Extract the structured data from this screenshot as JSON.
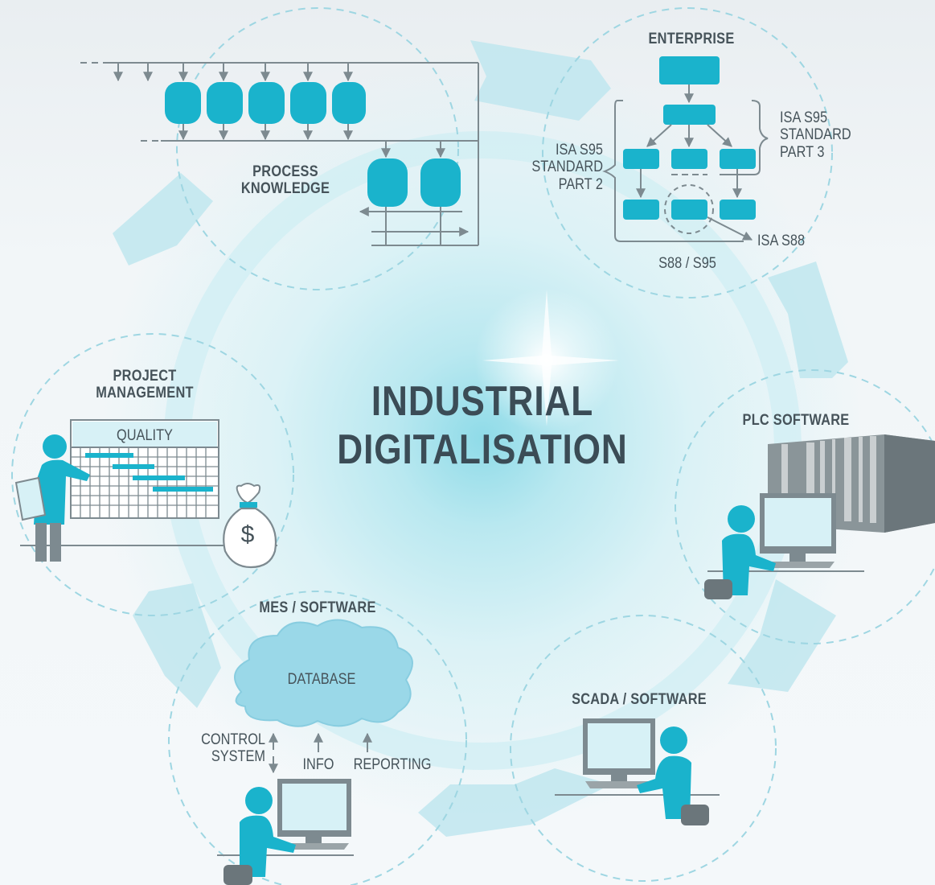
{
  "title": {
    "line1": "INDUSTRIAL",
    "line2": "DIGITALISATION"
  },
  "process": {
    "title_line1": "PROCESS",
    "title_line2": "KNOWLEDGE"
  },
  "enterprise": {
    "title": "ENTERPRISE",
    "part3": [
      "ISA S95",
      "STANDARD",
      "PART 3"
    ],
    "part2": [
      "ISA S95",
      "STANDARD",
      "PART 2"
    ],
    "isa_s88": "ISA S88",
    "s88_s95": "S88 / S95"
  },
  "plc": {
    "title": "PLC SOFTWARE"
  },
  "scada": {
    "title": "SCADA / SOFTWARE"
  },
  "mes": {
    "title": "MES / SOFTWARE",
    "database": "DATABASE",
    "control_line1": "CONTROL",
    "control_line2": "SYSTEM",
    "info": "INFO",
    "reporting": "REPORTING"
  },
  "project": {
    "title_line1": "PROJECT",
    "title_line2": "MANAGEMENT",
    "quality": "QUALITY",
    "currency": "$"
  },
  "colors": {
    "accent": "#1ab3cc",
    "dark": "#46535a",
    "gray": "#7d8a90",
    "light_ring": "#bfe6ee"
  },
  "icons": [
    "money-bag-icon",
    "person-icon",
    "monitor-icon",
    "plc-cabinet-icon",
    "cloud-icon",
    "gantt-chart-icon"
  ]
}
